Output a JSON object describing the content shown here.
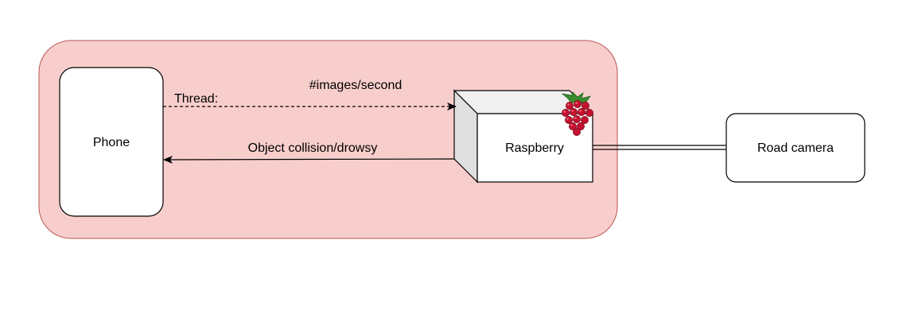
{
  "diagram": {
    "colors": {
      "group_fill": "#f8cecc",
      "group_stroke": "#b85450",
      "node_fill": "#ffffff",
      "stroke": "#000000",
      "box_side": "#e0e0e0",
      "box_top": "#f0f0f0",
      "berry_red": "#c4122f",
      "leaf_green": "#3d8b2f"
    },
    "nodes": {
      "phone": {
        "label": "Phone"
      },
      "raspberry": {
        "label": "Raspberry",
        "icon": "raspberry-icon"
      },
      "road_camera": {
        "label": "Road camera"
      }
    },
    "edges": {
      "thread": {
        "label_a": "Thread:",
        "label_b": "#images/second",
        "style": "dashed"
      },
      "collision": {
        "label": "Object collision/drowsy",
        "style": "solid"
      },
      "camera_link": {
        "style": "double-line"
      }
    }
  }
}
